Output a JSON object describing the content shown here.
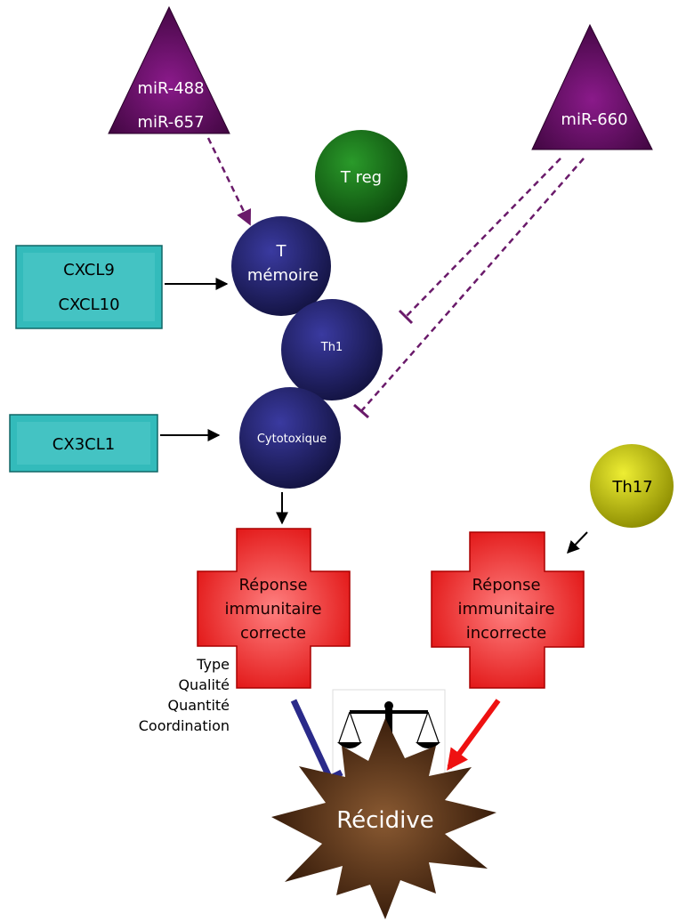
{
  "mirnas": {
    "left": [
      "miR-488",
      "miR-657"
    ],
    "right": "miR-660"
  },
  "cells": {
    "treg": "T reg",
    "t_memoire": [
      "T",
      "mémoire"
    ],
    "th1": "Th1",
    "cytotoxique": "Cytotoxique",
    "th17": "Th17"
  },
  "chemokines": {
    "box1": [
      "CXCL9",
      "CXCL10"
    ],
    "box2": "CX3CL1"
  },
  "responses": {
    "correct": [
      "Réponse",
      "immunitaire",
      "correcte"
    ],
    "incorrect": [
      "Réponse",
      "immunitaire",
      "incorrecte"
    ]
  },
  "criteria": [
    "Type",
    "Qualité",
    "Quantité",
    "Coordination"
  ],
  "outcome": "Récidive",
  "colors": {
    "mirna": "#4a0a4a",
    "dashed": "#6a1a6a",
    "cell": "#1a1a5e",
    "treg": "#116611",
    "th17": "#b8b800",
    "chemokine": "#33bbbb",
    "cross": "#ee2222",
    "star": "#3a1a08",
    "inhibit": "#2a2a8a",
    "promote": "#ee1111"
  }
}
